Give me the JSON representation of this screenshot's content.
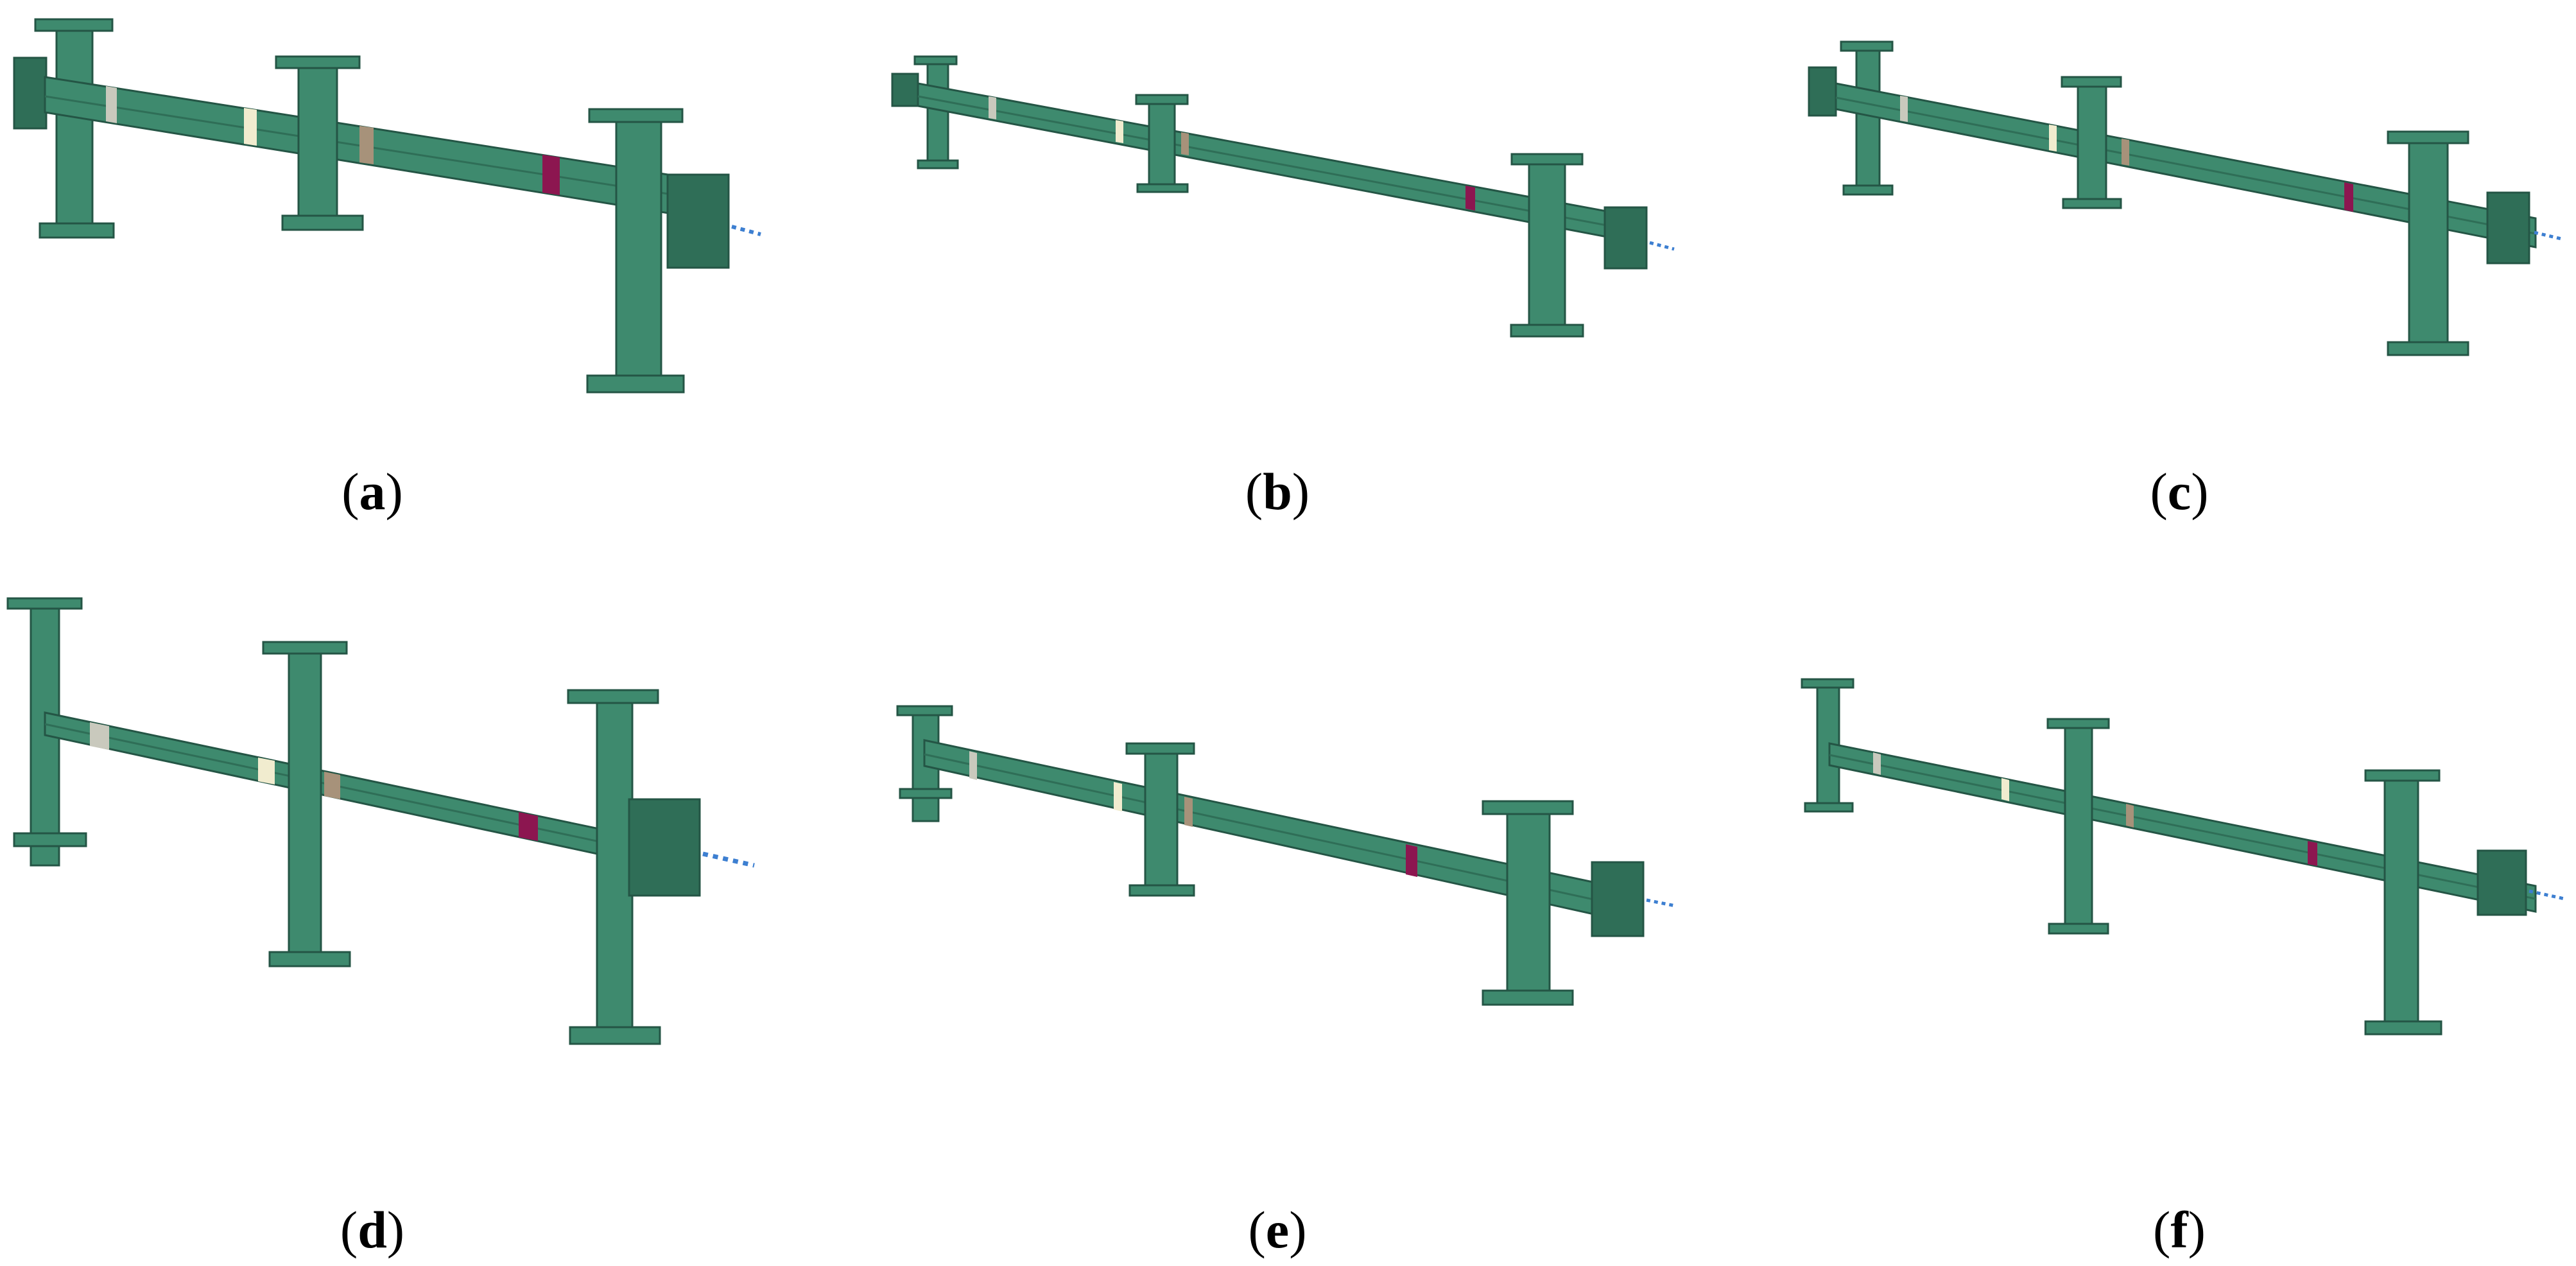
{
  "colors": {
    "steel": "#3e8a6e",
    "steel_dark": "#2f6e57",
    "steel_edge": "#245545",
    "steel_light": "#5aa587",
    "band_cream": "#f1eccf",
    "band_grey": "#c9c9bd",
    "band_tan": "#a7927a",
    "band_magenta": "#8c1650",
    "load_dots": "#3d7fd1"
  },
  "panels": [
    {
      "id": "a",
      "caption": {
        "open": "(",
        "letter": "a",
        "close": ")"
      }
    },
    {
      "id": "b",
      "caption": {
        "open": "(",
        "letter": "b",
        "close": ")"
      }
    },
    {
      "id": "c",
      "caption": {
        "open": "(",
        "letter": "c",
        "close": ")"
      }
    },
    {
      "id": "d",
      "caption": {
        "open": "(",
        "letter": "d",
        "close": ")"
      }
    },
    {
      "id": "e",
      "caption": {
        "open": "(",
        "letter": "e",
        "close": ")"
      }
    },
    {
      "id": "f",
      "caption": {
        "open": "(",
        "letter": "f",
        "close": ")"
      }
    }
  ]
}
